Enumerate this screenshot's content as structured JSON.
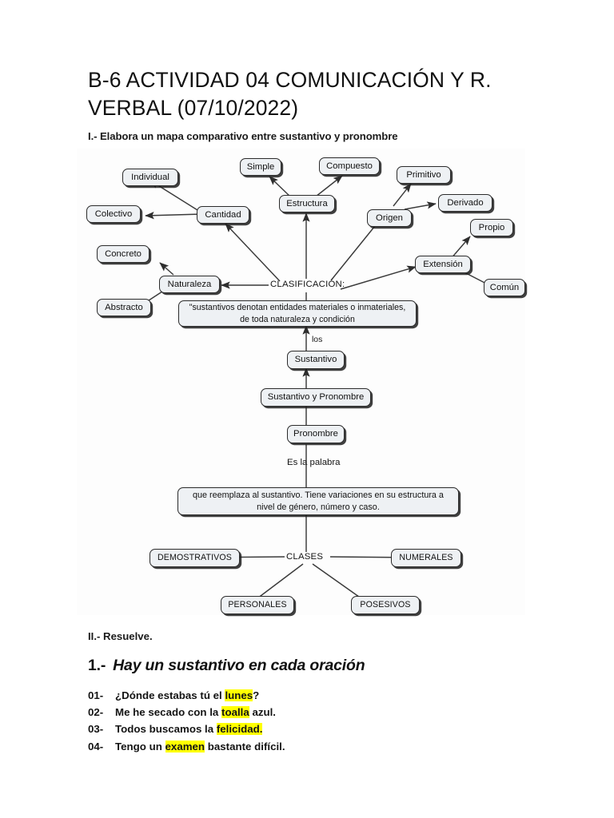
{
  "document": {
    "title": "B-6 ACTIVIDAD 04 COMUNICACIÓN Y R. VERBAL (07/10/2022)",
    "instruction_one": "I.- Elabora un mapa comparativo entre sustantivo y pronombre",
    "instruction_two": "II.- Resuelve."
  },
  "concept_map": {
    "nodes": [
      {
        "id": "individual",
        "label": "Individual"
      },
      {
        "id": "colectivo",
        "label": "Colectivo"
      },
      {
        "id": "cantidad",
        "label": "Cantidad"
      },
      {
        "id": "simple",
        "label": "Simple"
      },
      {
        "id": "compuesto",
        "label": "Compuesto"
      },
      {
        "id": "estructura",
        "label": "Estructura"
      },
      {
        "id": "primitivo",
        "label": "Primitivo"
      },
      {
        "id": "derivado",
        "label": "Derivado"
      },
      {
        "id": "origen",
        "label": "Origen"
      },
      {
        "id": "propio",
        "label": "Propio"
      },
      {
        "id": "comun",
        "label": "Común"
      },
      {
        "id": "extension",
        "label": "Extensión"
      },
      {
        "id": "concreto",
        "label": "Concreto"
      },
      {
        "id": "abstracto",
        "label": "Abstracto"
      },
      {
        "id": "naturaleza",
        "label": "Naturaleza"
      },
      {
        "id": "definicion-sustantivo",
        "label": "\"sustantivos denotan entidades materiales o inmateriales, de toda naturaleza y condición"
      },
      {
        "id": "sustantivo",
        "label": "Sustantivo"
      },
      {
        "id": "sustantivo-y-pronombre",
        "label": "Sustantivo y Pronombre"
      },
      {
        "id": "pronombre",
        "label": "Pronombre"
      },
      {
        "id": "definicion-pronombre",
        "label": "que reemplaza al sustantivo. Tiene variaciones en su estructura a nivel de género, número y caso."
      },
      {
        "id": "demostrativos",
        "label": "DEMOSTRATIVOS"
      },
      {
        "id": "numerales",
        "label": "NUMERALES"
      },
      {
        "id": "personales",
        "label": "PERSONALES"
      },
      {
        "id": "posesivos",
        "label": "POSESIVOS"
      }
    ],
    "labels": [
      {
        "id": "clasificacion",
        "text": "CLASIFICACIÓN:"
      },
      {
        "id": "los",
        "text": "los"
      },
      {
        "id": "es-la-palabra",
        "text": "Es la palabra"
      },
      {
        "id": "clases",
        "text": "CLASES"
      }
    ],
    "colors": {
      "node_fill": "#eef1f4",
      "node_border": "#2b2b2b",
      "connector": "#3a3a3a",
      "canvas": "#fdfdfd"
    }
  },
  "exercise": {
    "heading_number": "1.-",
    "heading_text": "Hay un sustantivo en cada oración",
    "highlight_color": "#ffff00",
    "sentences": [
      {
        "num": "01-",
        "before": "¿Dónde estabas tú el ",
        "highlight": "lunes",
        "after": "?"
      },
      {
        "num": "02-",
        "before": "Me he secado con la ",
        "highlight": "toalla",
        "after": " azul."
      },
      {
        "num": "03-",
        "before": "Todos buscamos la ",
        "highlight": "felicidad.",
        "after": ""
      },
      {
        "num": "04-",
        "before": "Tengo un ",
        "highlight": "examen",
        "after": " bastante difícil."
      }
    ]
  }
}
